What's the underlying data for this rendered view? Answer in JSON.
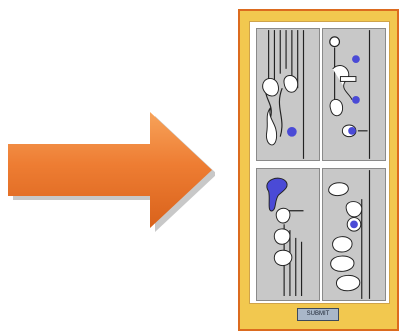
{
  "panel": {
    "submit_label": "SUBMIT"
  },
  "tiles": [
    {
      "label": "",
      "highlight": "dot"
    },
    {
      "label": "",
      "highlight": "dots"
    },
    {
      "label": "",
      "highlight": "filled-shape"
    },
    {
      "label": "",
      "highlight": "dot"
    }
  ],
  "colors": {
    "arrow": "#e8702a",
    "panel_bg": "#f2c84f",
    "panel_border": "#dc6b1f",
    "tile_bg": "#c8c8c8",
    "highlight": "#4a4ad6"
  }
}
